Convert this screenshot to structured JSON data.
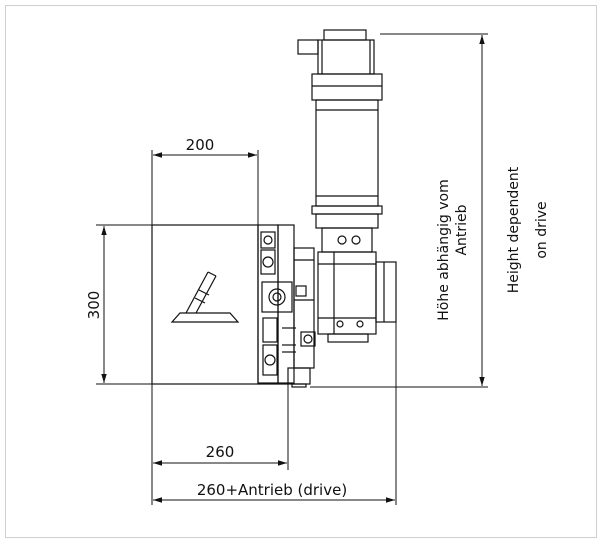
{
  "dimensions": {
    "width_top": "200",
    "height_left": "300",
    "width_bottom": "260",
    "width_drive": "260+Antrieb (drive)"
  },
  "labels": {
    "height_de_line1": "Höhe abhängig vom",
    "height_de_line2": "Antrieb",
    "height_en_line1": "Height dependent",
    "height_en_line2": "on drive"
  }
}
